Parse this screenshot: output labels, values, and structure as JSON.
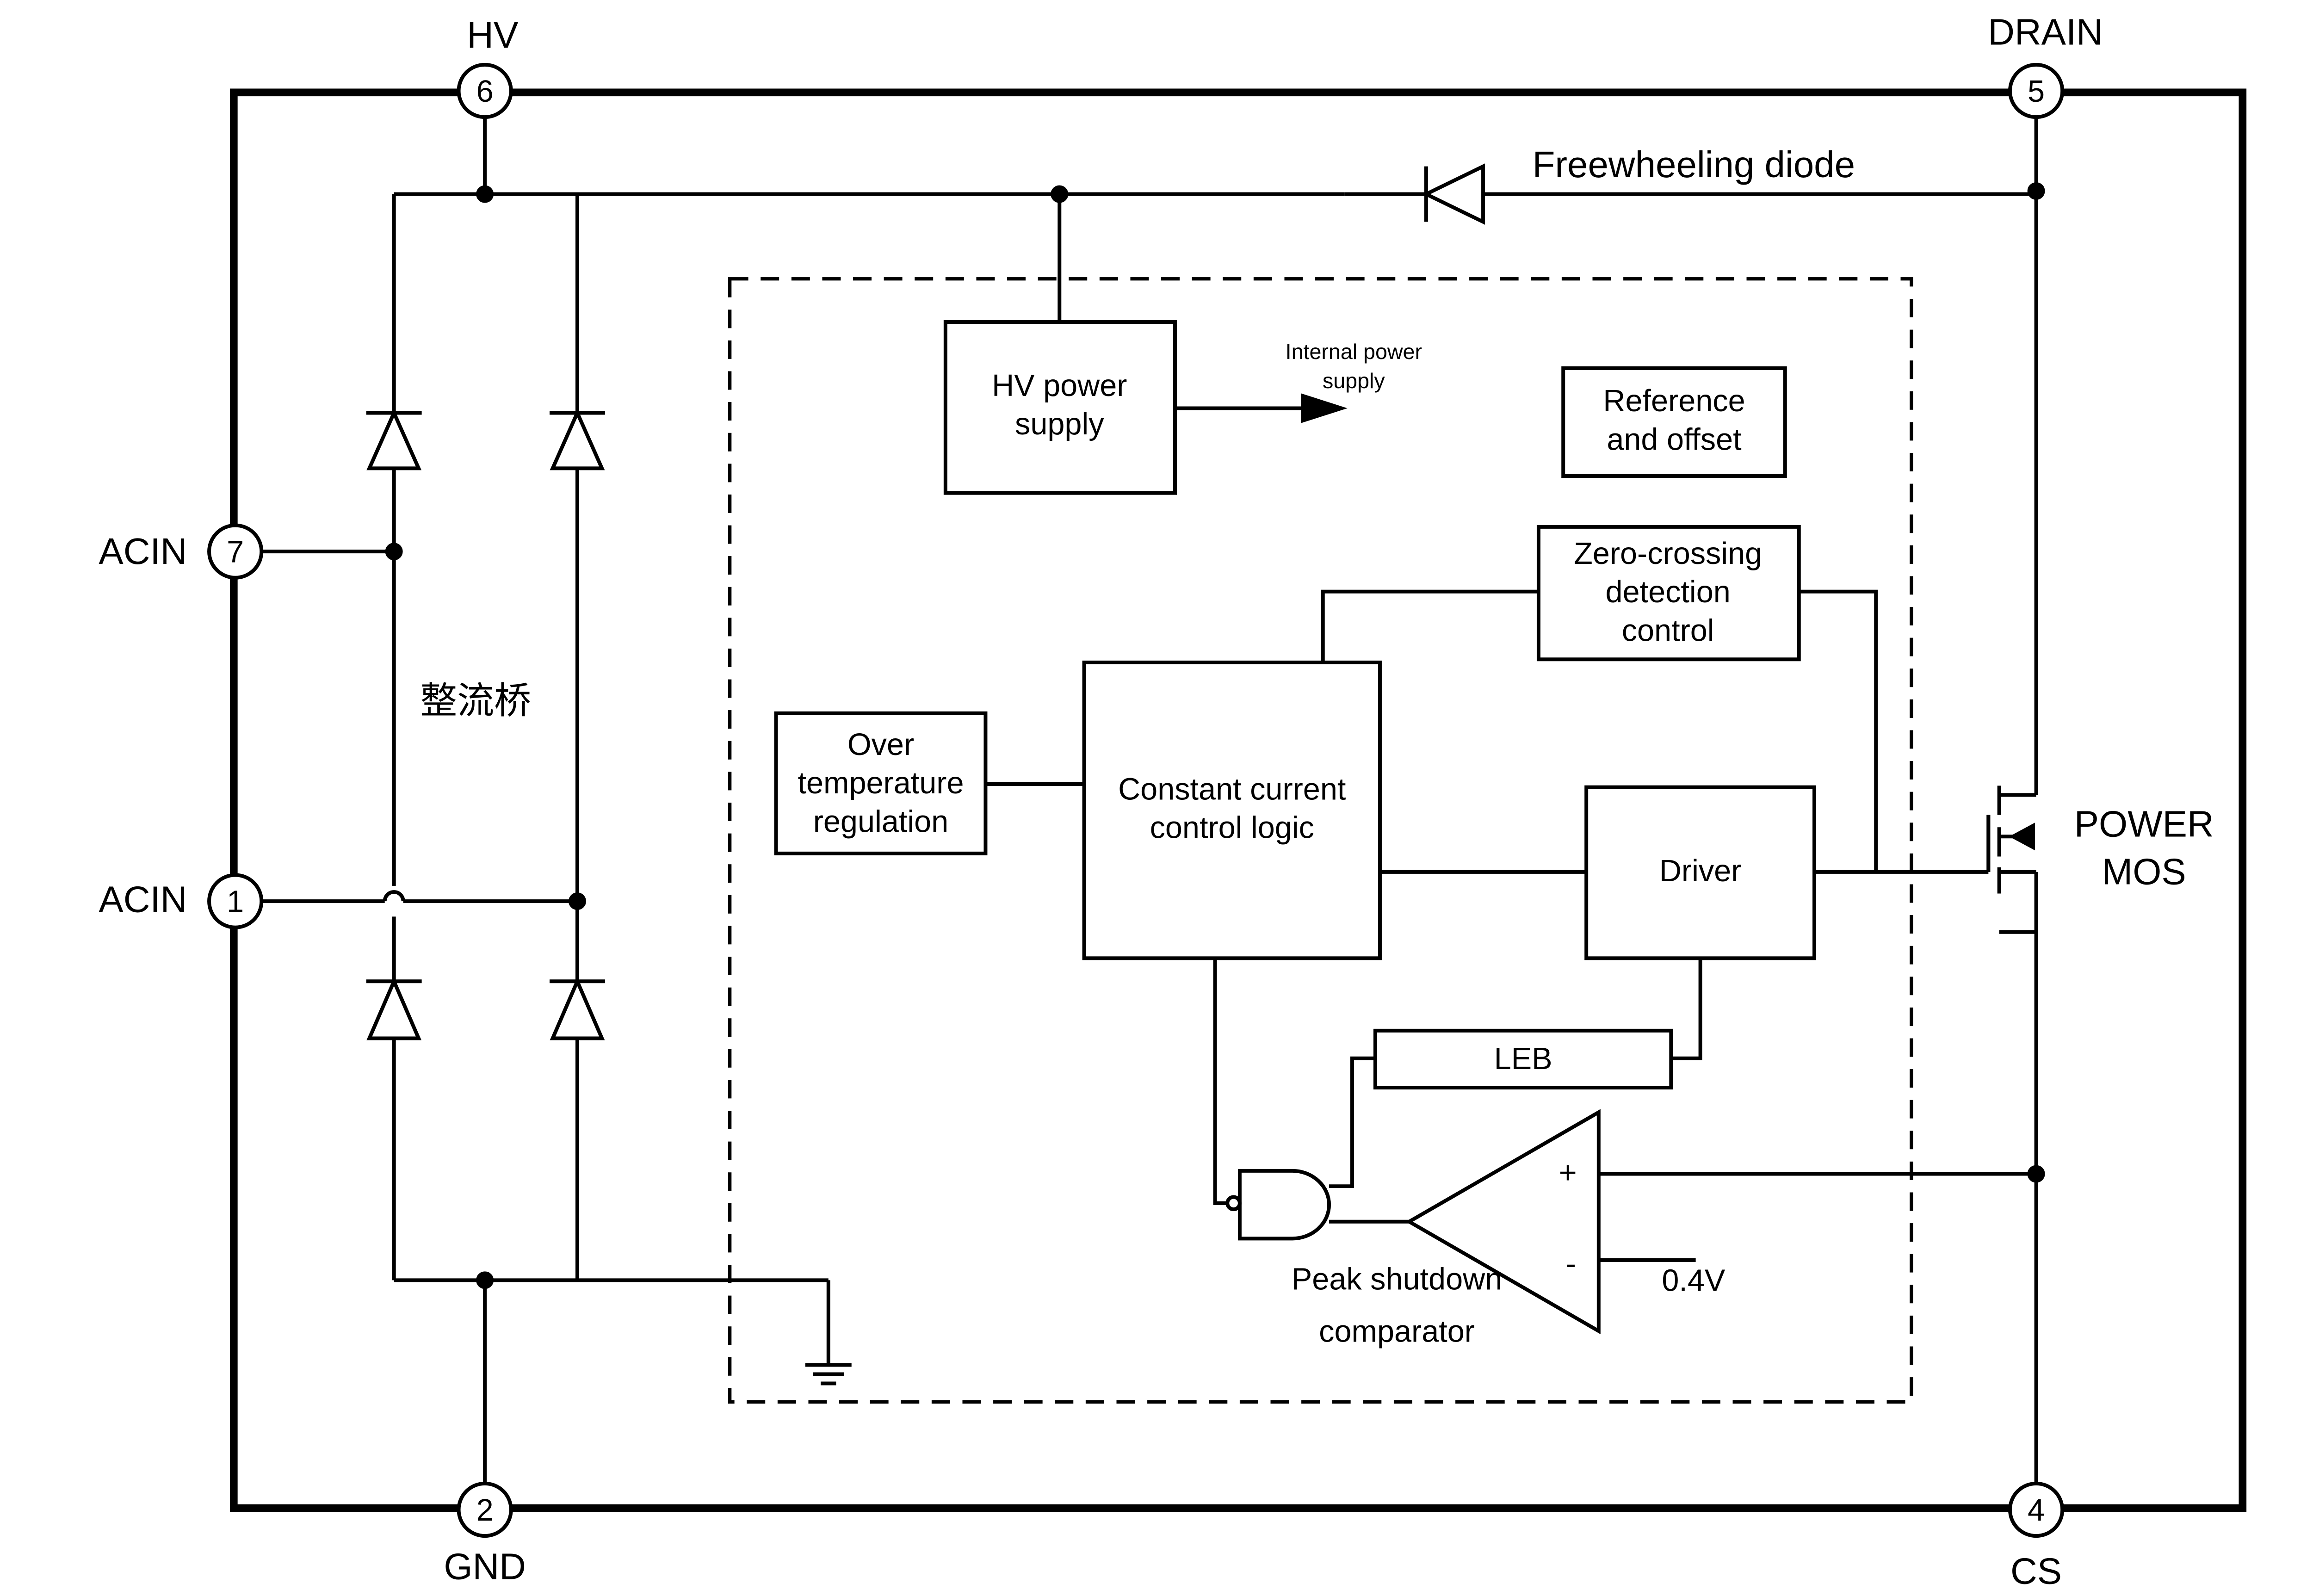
{
  "pins": {
    "hv": {
      "label": "HV",
      "number": "6"
    },
    "drain": {
      "label": "DRAIN",
      "number": "5"
    },
    "acin7": {
      "label": "ACIN",
      "number": "7"
    },
    "acin1": {
      "label": "ACIN",
      "number": "1"
    },
    "gnd": {
      "label": "GND",
      "number": "2"
    },
    "cs": {
      "label": "CS",
      "number": "4"
    }
  },
  "labels": {
    "freewheeling_diode": "Freewheeling diode",
    "internal_power_1": "Internal power",
    "internal_power_2": "supply",
    "rectifier_bridge": "整流桥",
    "power_mos_1": "POWER",
    "power_mos_2": "MOS",
    "peak_shutdown_1": "Peak shutdown",
    "peak_shutdown_2": "comparator",
    "plus": "+",
    "minus": "-",
    "ref_voltage": "0.4V"
  },
  "blocks": {
    "hv_power_supply": [
      "HV power",
      "supply"
    ],
    "reference_offset": [
      "Reference",
      "and offset"
    ],
    "zero_crossing": [
      "Zero-crossing",
      "detection",
      "control"
    ],
    "over_temperature": [
      "Over",
      "temperature",
      "regulation"
    ],
    "constant_current": [
      "Constant current",
      "control logic"
    ],
    "driver": [
      "Driver"
    ],
    "leb": [
      "LEB"
    ]
  }
}
